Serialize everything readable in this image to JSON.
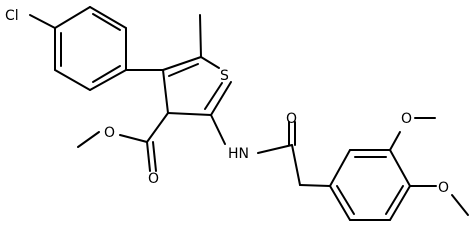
{
  "structure": {
    "atom_labels": {
      "chlorine": "Cl",
      "sulfur": "S",
      "amide_nh": "HN",
      "ester_carbonyl_o": "O",
      "ester_ether_o": "O",
      "amide_carbonyl_o": "O",
      "methoxy_o_3": "O",
      "methoxy_o_4": "O"
    }
  }
}
